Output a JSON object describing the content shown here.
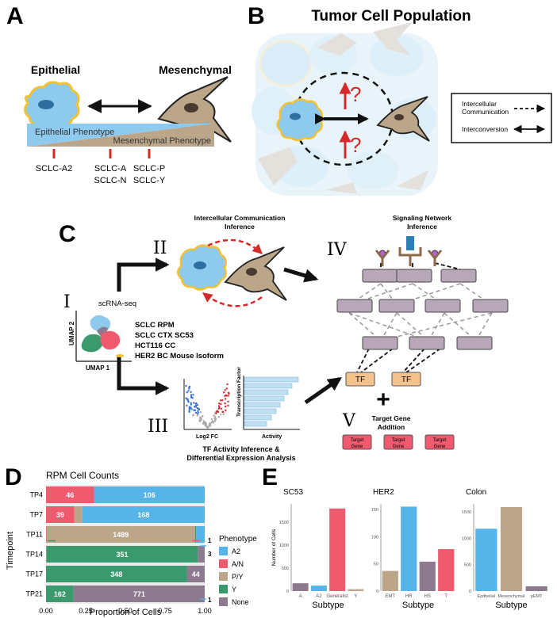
{
  "panel_letters": {
    "a": "A",
    "b": "B",
    "c": "C",
    "d": "D",
    "e": "E"
  },
  "panelA": {
    "epithelial": "Epithelial",
    "mesenchymal": "Mesenchymal",
    "epi_phenotype": "Epithelial Phenotype",
    "mes_phenotype": "Mesenchymal Phenotype",
    "subtypes": [
      {
        "label1": "SCLC-A2",
        "label2": ""
      },
      {
        "label1": "SCLC-A",
        "label2": "SCLC-N"
      },
      {
        "label1": "SCLC-P",
        "label2": "SCLC-Y"
      }
    ]
  },
  "panelB": {
    "title": "Tumor Cell Population",
    "q1": "?",
    "q2": "?",
    "legend": {
      "comm1": "Intercellular",
      "comm2": "Communication",
      "interconv": "Interconversion"
    }
  },
  "panelC": {
    "roman": {
      "i": "I",
      "ii": "II",
      "iii": "III",
      "iv": "IV",
      "v": "V"
    },
    "ici_title1": "Intercellular Communication",
    "ici_title2": "Inference",
    "sni_title1": "Signaling Network",
    "sni_title2": "Inference",
    "scrna": "scRNA-seq",
    "umap1": "UMAP 1",
    "umap2": "UMAP 2",
    "datasets": [
      "SCLC RPM",
      "SCLC CTX SC53",
      "HCT116 CC",
      "HER2 BC Mouse Isoform"
    ],
    "volcano_x": "Log2 FC",
    "tf_y": "Transcription Factor",
    "tf_x": "Activity",
    "tf_title1": "TF Activity Inference &",
    "tf_title2": "Differential Expression Analysis",
    "tf_box": "TF",
    "plus": "+",
    "target_title1": "Target Gene",
    "target_title2": "Addition",
    "target_gene1": "Target",
    "target_gene2": "Gene"
  },
  "colors": {
    "A2": "#56b4e9",
    "AN": "#f05a6e",
    "PY": "#bba68a",
    "Y": "#3a9a6e",
    "None": "#8d7a8e",
    "epithelial_cell": "#8ec9ee",
    "mesenchymal_cell": "#bba68a",
    "signal_box": "#b7a7b8",
    "tf_box": "#f4c28d",
    "target_box": "#ef5a6f",
    "red": "#d42a2a"
  },
  "chart_data": [
    {
      "type": "bar",
      "orientation": "horizontal-stacked",
      "title": "RPM Cell Counts",
      "xlabel": "Proportion of Cells",
      "ylabel": "Timepoint",
      "xlim": [
        0,
        1
      ],
      "xticks": [
        "0.00",
        "0.25",
        "0.50",
        "0.75",
        "1.00"
      ],
      "legend_title": "Phenotype",
      "legend_position": "right",
      "categories": [
        "TP4",
        "TP7",
        "TP11",
        "TP14",
        "TP17",
        "TP21"
      ],
      "series": [
        {
          "name": "A2",
          "values": [
            106,
            168,
            85,
            0,
            0,
            0
          ]
        },
        {
          "name": "A/N",
          "values": [
            46,
            39,
            4,
            0,
            0,
            0
          ]
        },
        {
          "name": "P/Y",
          "values": [
            0,
            11,
            1489,
            1,
            0,
            0
          ]
        },
        {
          "name": "Y",
          "values": [
            0,
            0,
            11,
            351,
            348,
            162
          ]
        },
        {
          "name": "None",
          "values": [
            0,
            0,
            0,
            16,
            44,
            771
          ]
        }
      ],
      "annotations": [
        "1",
        "3",
        "1"
      ]
    },
    {
      "type": "bar",
      "title": "SC53",
      "xlabel": "Subtype",
      "ylabel": "Number of Cells",
      "ylim": [
        0,
        1900
      ],
      "yticks": [
        0,
        500,
        1000,
        1500
      ],
      "categories": [
        "A",
        "A2",
        "Generalist",
        "Y"
      ],
      "values": [
        170,
        120,
        1800,
        40
      ]
    },
    {
      "type": "bar",
      "title": "HER2",
      "xlabel": "Subtype",
      "ylabel": "",
      "ylim": [
        0,
        160
      ],
      "yticks": [
        0,
        50,
        100,
        150
      ],
      "categories": [
        "EMT",
        "HR",
        "HS",
        "T"
      ],
      "values": [
        37,
        155,
        54,
        77
      ]
    },
    {
      "type": "bar",
      "title": "Colon",
      "xlabel": "Subtype",
      "ylabel": "",
      "ylim": [
        0,
        1650
      ],
      "yticks": [
        0,
        500,
        1000,
        1500
      ],
      "categories": [
        "Epithelial",
        "Mesenchymal",
        "pEMT"
      ],
      "values": [
        1180,
        1590,
        90
      ]
    }
  ]
}
